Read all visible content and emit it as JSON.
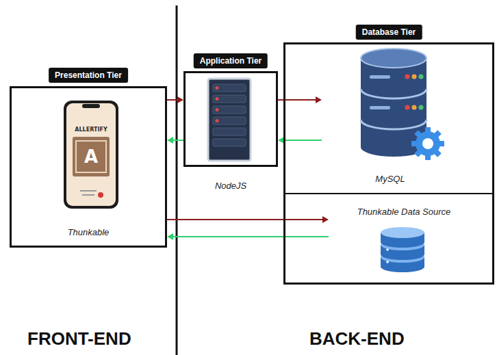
{
  "diagram": {
    "nodes": [
      {
        "text": [
          "Presentation Tier",
          "Thunkable"
        ]
      },
      {
        "text": [
          "Application Tier",
          "NodeJS"
        ]
      },
      {
        "text": [
          "Database Tier"
        ]
      },
      {
        "text": [
          "MySQL"
        ],
        "in": 2
      },
      {
        "text": [
          "Thunkable Data Source"
        ],
        "in": 2
      }
    ],
    "edges": [
      {
        "from": 0,
        "to": 1,
        "arrow": "to"
      },
      {
        "from": 1,
        "to": 0,
        "arrow": "to"
      },
      {
        "from": 1,
        "to": 3,
        "arrow": "to"
      },
      {
        "from": 3,
        "to": 1,
        "arrow": "to"
      },
      {
        "from": 0,
        "to": 4,
        "arrow": "to"
      },
      {
        "from": 4,
        "to": 0,
        "arrow": "to"
      }
    ],
    "labels": [
      "ALLERTIFY",
      "A",
      "FRONT-END",
      "BACK-END"
    ]
  }
}
